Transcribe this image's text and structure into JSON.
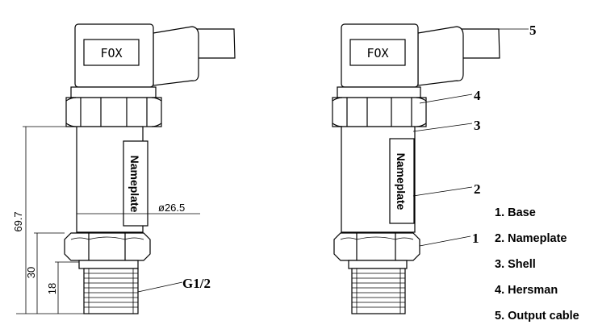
{
  "brand_label": "FOX",
  "nameplate_label": "Nameplate",
  "dimensions": {
    "total_height": "69.7",
    "hex_height": "30",
    "thread_height": "18",
    "shell_diameter": "ø26.5"
  },
  "thread_label": "G1/2",
  "callouts": [
    "1",
    "2",
    "3",
    "4",
    "5"
  ],
  "legend": [
    "1. Base",
    "2. Nameplate",
    "3. Shell",
    "4. Hersman",
    "5. Output cable"
  ]
}
